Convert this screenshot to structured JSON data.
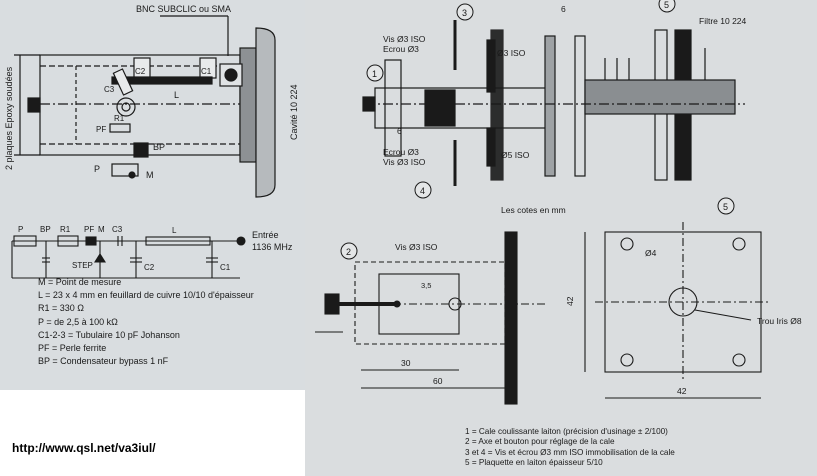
{
  "left": {
    "connector_label": "BNC SUBCLIC ou SMA",
    "plates_label": "2 plaques Epoxy soudées",
    "cavity_label": "Cavité 10 224",
    "parts": {
      "c2": "C2",
      "c1": "C1",
      "c3": "C3",
      "l": "L",
      "pf": "PF",
      "r1": "R1",
      "bp": "BP",
      "p": "P",
      "m": "M"
    },
    "schematic": {
      "p": "P",
      "bp": "BP",
      "r1": "R1",
      "pf": "PF",
      "m": "M",
      "c3": "C3",
      "l": "L",
      "step": "STEP",
      "c2": "C2",
      "c1": "C1"
    },
    "entry_label": "Entrée",
    "entry_freq": "1136 MHz",
    "legend": [
      "M = Point de mesure",
      "L = 23 x 4 mm en feuillard de cuivre 10/10 d'épaisseur",
      "R1 = 330 Ω",
      "P = de 2,5 à 100 kΩ",
      "C1-2-3 = Tubulaire 10 pF Johanson",
      "PF = Perle ferrite",
      "BP = Condensateur bypass 1 nF"
    ],
    "url": "http://www.qsl.net/va3iul/"
  },
  "right": {
    "top": {
      "callout_1": "1",
      "callout_3": "3",
      "callout_4": "4",
      "callout_5": "5",
      "vis_top": "Vis Ø3 ISO",
      "ecrou_top": "Ecrou Ø3",
      "o3_iso_top": "Ø3 ISO",
      "dim_6_top": "6",
      "filtre": "Filtre 10 224",
      "dim_6_left": "6",
      "ecrou_bottom": "Ecrou Ø3",
      "vis_bottom": "Vis Ø3 ISO",
      "o5_iso": "Ø5 ISO",
      "cotes": "Les cotes en mm"
    },
    "slide": {
      "callout_2": "2",
      "vis": "Vis Ø3 ISO",
      "dim_3_5": "3,5",
      "dim_30": "30",
      "dim_60": "60"
    },
    "plate": {
      "callout_5": "5",
      "hole_4": "Ø4",
      "dim_42_v": "42",
      "dim_42_h": "42",
      "iris": "Trou Iris Ø8"
    },
    "notes": [
      "1 = Cale coulissante laiton (précision d'usinage ± 2/100)",
      "2 = Axe et bouton pour réglage de la cale",
      "3 et 4 = Vis et écrou Ø3 mm ISO immobilisation de la cale",
      "5 = Plaquette en laiton épaisseur 5/10"
    ]
  }
}
